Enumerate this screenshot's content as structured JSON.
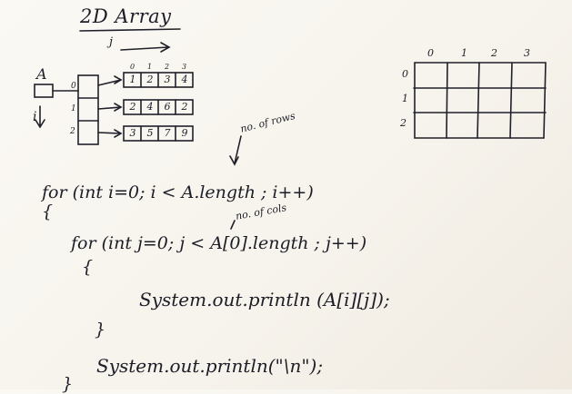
{
  "board": {
    "title": "2D Array",
    "j_label": "j",
    "a_label": "A",
    "i_label": "i",
    "column_indices": [
      "0",
      "1",
      "2",
      "3"
    ],
    "row_indices": [
      "0",
      "1",
      "2"
    ],
    "rows": [
      [
        "1",
        "2",
        "3",
        "4"
      ],
      [
        "2",
        "4",
        "6",
        "2"
      ],
      [
        "3",
        "5",
        "7",
        "9"
      ]
    ],
    "notes": {
      "rows": "no. of rows",
      "cols": "no. of cols"
    },
    "code": {
      "line1": "for (int i=0; i < A.length ; i++)",
      "line2": "{",
      "line3": "for (int j=0; j < A[0].length ; j++)",
      "line4": "{",
      "line5": "System.out.println (A[i][j]);",
      "line6": "}",
      "line7": "System.out.println(\"\\n\");",
      "line8": "}"
    },
    "grid": {
      "column_indices": [
        "0",
        "1",
        "2",
        "3"
      ],
      "row_indices": [
        "0",
        "1",
        "2"
      ]
    }
  }
}
